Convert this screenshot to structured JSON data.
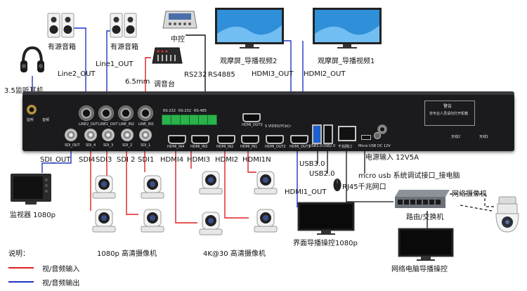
{
  "labels": {
    "speaker_left": "有源音箱",
    "speaker_right": "有源音箱",
    "line2_out": "Line2_OUT",
    "line1_out": "Line1_OUT",
    "headphone": "3.5监听耳机",
    "control": "中控",
    "mixer_mm": "6.5mm",
    "mixer": "调音台",
    "rs232": "RS232",
    "rs4885": "RS4885",
    "monitor_screen2": "观摩屏_导播视频2",
    "monitor_screen1": "观摩屏_导播视频1",
    "hdmi3_out": "HDMI3_OUT",
    "hdmi2_out": "HDMI2_OUT",
    "sdi_out": "SDI_OUT",
    "sdi4": "SDI4",
    "sdi3": "SDI3",
    "sdi2": "SDI 2",
    "sdi1": "SDI1",
    "hdmi4": "HDMI4",
    "hdmi3": "HDMI3",
    "hdmi2": "HDMI2",
    "hdmi1n": "HDMI1N",
    "usb30": "USB3.0",
    "usb20": "USB2.0",
    "power": "电源输入 12V5A",
    "mcro_usb": "mcro usb 系统调试接口_接电脑",
    "rj45": "RJ45千兆网口",
    "network_camera": "网络摄像机",
    "hdmi1_out": "HDMI1_OUT",
    "router": "路由/交换机",
    "director_monitor": "界面导播操控1080p",
    "network_pc": "网络电脑导播操控",
    "monitor_1080p": "监视器 1080p",
    "cams_1080p": "1080p 高清摄像机",
    "cams_4k": "4K@30 高清摄像机"
  },
  "panel": {
    "monitor_jack": "监听",
    "audio": "音频",
    "line_out2": "LINE2_OUT",
    "line_out1": "LINE1_OUT",
    "line_in2": "LINE_IN2",
    "line_in1": "LINE_IN1",
    "sdi_out": "SDI_OUT",
    "sdi4": "SDI_4",
    "sdi3": "SDI_3",
    "sdi2": "SDI_2",
    "sdi1": "SDI_1",
    "rs232": "RS-232",
    "rs232b": "RS-232",
    "rs485": "RS-485",
    "hdmi_in4": "HDMI_IN4",
    "hdmi_in3": "HDMI_IN3",
    "hdmi_in2": "HDMI_IN2",
    "hdmi_in1": "HDMI_IN1",
    "hdmi_out3": "HDMI_OUT3",
    "video_ycbcr": "S VIDEO/YCbCr",
    "hdmi_out2": "HDMI_OUT2",
    "hdmi_out1": "HDMI_OUT1",
    "usb30": "USB3.0",
    "usb20": "USB2.0",
    "lan": "千兆网口",
    "micro_usb": "Micro USB",
    "dc12v": "DC 12V",
    "warning_title": "警告",
    "warning_text": "非专业人员请勿打开机箱",
    "ant1": "天线1",
    "ant2": "天线2"
  },
  "legend": {
    "title": "说明：",
    "input": "视/音频输入",
    "output": "视/音频输出",
    "input_color": "#e02020",
    "output_color": "#1f36c4"
  },
  "colors": {
    "input_line": "#e02020",
    "output_line": "#1f36c4",
    "network_line": "#111111",
    "screen_blue": "#2f8fd8",
    "switch_gray": "#6d7178"
  }
}
